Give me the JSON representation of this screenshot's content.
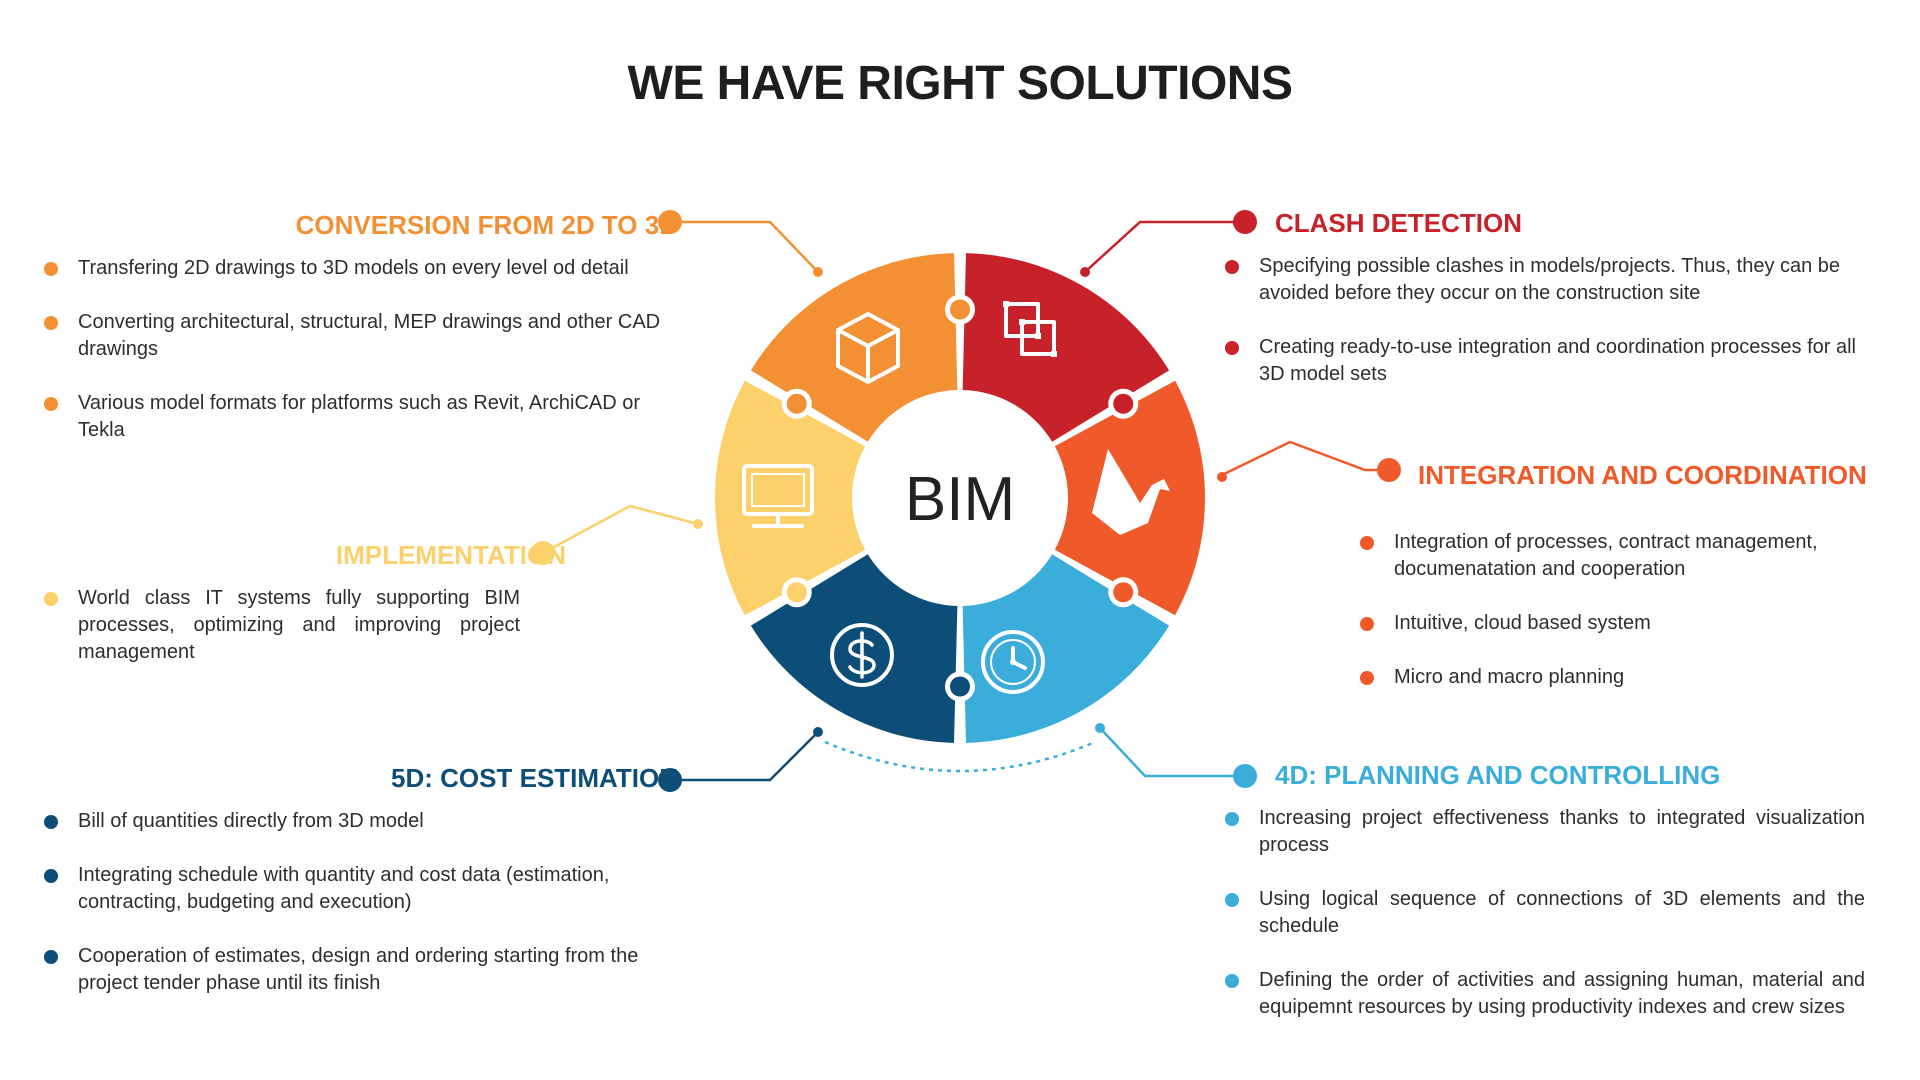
{
  "title": "WE HAVE RIGHT SOLUTIONS",
  "center_label": "BIM",
  "colors": {
    "conversion": "#f39033",
    "implementation": "#fcd06b",
    "cost": "#0d4e78",
    "planning": "#3aaddb",
    "integration": "#f05a2b",
    "clash": "#c7222a"
  },
  "sections": {
    "conversion": {
      "title": "CONVERSION FROM 2D TO 3D",
      "icon": "cube-icon",
      "items": [
        "Transfering 2D drawings to 3D models on every level od detail",
        "Converting architectural, structural, MEP drawings and other CAD drawings",
        "Various model formats for platforms such as Revit, ArchiCAD or Tekla"
      ]
    },
    "implementation": {
      "title": "IMPLEMENTATION",
      "icon": "monitor-icon",
      "items": [
        "World class IT systems fully supporting BIM processes, optimizing and improving project management"
      ]
    },
    "cost": {
      "title": "5D: COST ESTIMATION",
      "icon": "dollar-icon",
      "items": [
        "Bill of quantities directly from 3D model",
        "Integrating schedule with quantity and cost data (estimation, contracting, budgeting and execution)",
        "Cooperation of estimates, design and ordering starting from the project tender phase until its finish"
      ]
    },
    "clash": {
      "title": "CLASH DETECTION",
      "icon": "overlapping-squares-icon",
      "items": [
        "Specifying possible clashes in models/projects. Thus, they can be avoided before they occur on the construction site",
        "Creating ready-to-use integration and coordination processes for all 3D model sets"
      ]
    },
    "integration": {
      "title": "INTEGRATION AND COORDINATION",
      "icon": "origami-crane-icon",
      "items": [
        "Integration of processes, contract management, documenatation and cooperation",
        "Intuitive, cloud based system",
        "Micro and macro planning"
      ]
    },
    "planning": {
      "title": "4D: PLANNING AND CONTROLLING",
      "icon": "clock-icon",
      "items": [
        "Increasing project effectiveness thanks to integrated visualization process",
        "Using logical sequence of connections of 3D elements and the schedule",
        "Defining the order of activities and assigning human, material and equipemnt resources by using productivity indexes and crew sizes"
      ]
    }
  }
}
